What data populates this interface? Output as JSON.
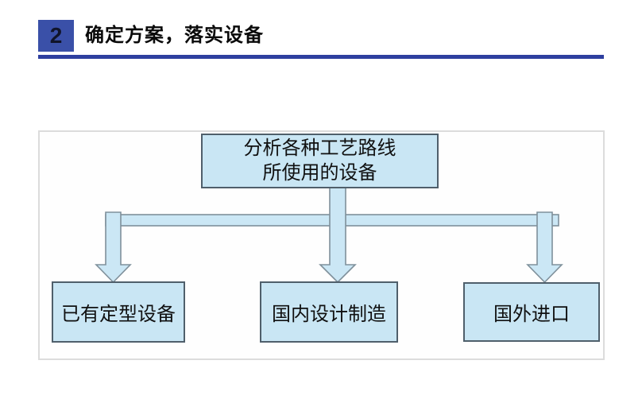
{
  "header": {
    "number": "2",
    "title": "确定方案，落实设备"
  },
  "diagram": {
    "root": {
      "line1": "分析各种工艺路线",
      "line2": "所使用的设备"
    },
    "children": [
      {
        "label": "已有定型设备"
      },
      {
        "label": "国内设计制造"
      },
      {
        "label": "国外进口"
      }
    ]
  },
  "colors": {
    "accent": "#3a50a8",
    "underline": "#2e3f9f",
    "box_fill": "#c9e6f4",
    "box_border": "#4f5f6b",
    "arrow_fill": "#cbe7f5",
    "arrow_outline": "#7f909b",
    "panel_border": "#dcdcdc",
    "text": "#111111"
  }
}
